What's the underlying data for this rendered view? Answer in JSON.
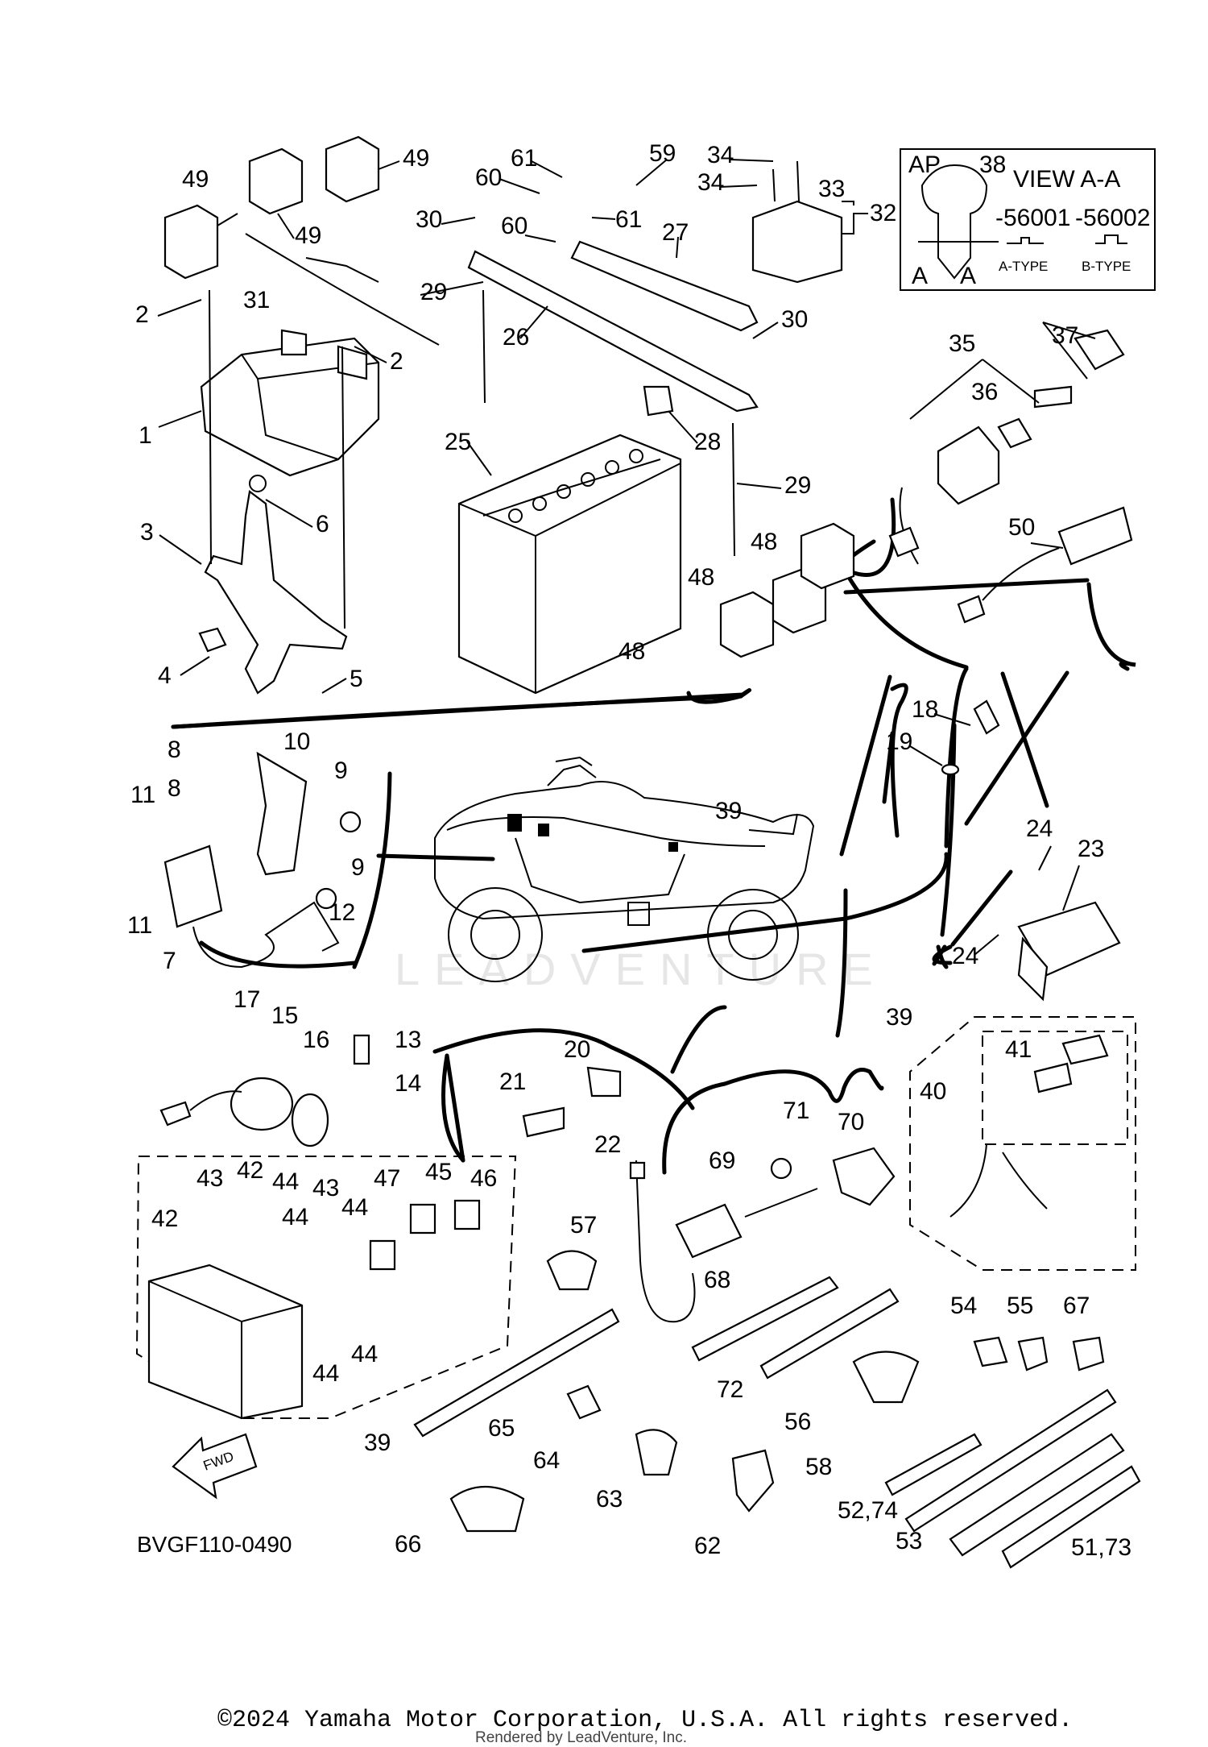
{
  "watermark": "LEADVENTURE",
  "diagram_code": "BVGF110-0490",
  "fwd_label": "FWD",
  "view_box": {
    "title": "VIEW A-A",
    "ap": "AP",
    "code_a": "-56001",
    "code_b": "-56002",
    "type_a": "A-TYPE",
    "type_b": "B-TYPE",
    "section": "A"
  },
  "callouts": [
    "1",
    "2",
    "3",
    "4",
    "5",
    "6",
    "7",
    "8",
    "9",
    "10",
    "11",
    "12",
    "13",
    "14",
    "15",
    "16",
    "17",
    "18",
    "19",
    "20",
    "21",
    "22",
    "23",
    "24",
    "25",
    "26",
    "27",
    "28",
    "29",
    "30",
    "31",
    "32",
    "33",
    "34",
    "35",
    "36",
    "37",
    "38",
    "39",
    "40",
    "41",
    "42",
    "43",
    "44",
    "45",
    "46",
    "47",
    "48",
    "49",
    "50",
    "51,73",
    "52,74",
    "53",
    "54",
    "55",
    "56",
    "57",
    "58",
    "59",
    "60",
    "61",
    "62",
    "63",
    "64",
    "65",
    "66",
    "67",
    "68",
    "69",
    "70",
    "71",
    "72"
  ],
  "copyright": "©2024 Yamaha Motor Corporation, U.S.A. All rights reserved.",
  "rendered_by": "Rendered by LeadVenture, Inc."
}
